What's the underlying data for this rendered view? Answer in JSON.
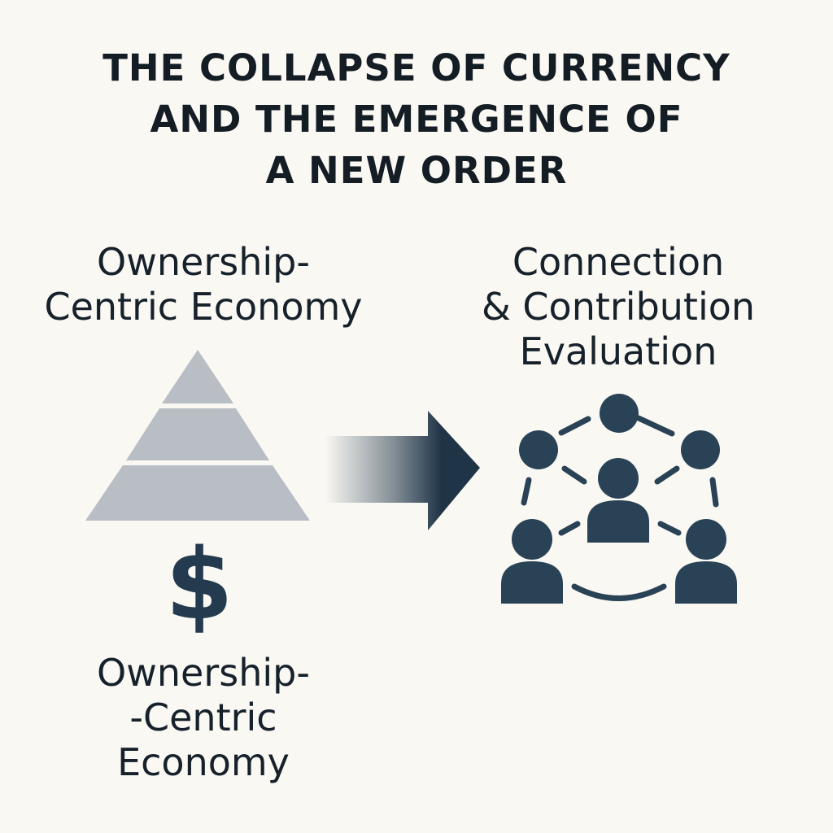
{
  "title": {
    "lines": [
      "THE COLLAPSE OF CURRENCY",
      "AND THE EMERGENCE OF",
      "A NEW ORDER"
    ]
  },
  "left_panel": {
    "label_lines": [
      "Ownership-",
      "Centric Economy"
    ],
    "pyramid_icon": "pyramid-icon",
    "currency_symbol": "$",
    "bottom_label_lines": [
      "Ownership-",
      "-Centric",
      "Economy"
    ]
  },
  "transition": {
    "icon": "arrow-right-icon"
  },
  "right_panel": {
    "label_lines": [
      "Connection",
      "& Contribution",
      "Evaluation"
    ],
    "network_icon": "people-network-icon"
  },
  "colors": {
    "background": "#f9f8f3",
    "text": "#14222e",
    "accent": "#243a4e",
    "pyramid": "#b9bec4"
  }
}
